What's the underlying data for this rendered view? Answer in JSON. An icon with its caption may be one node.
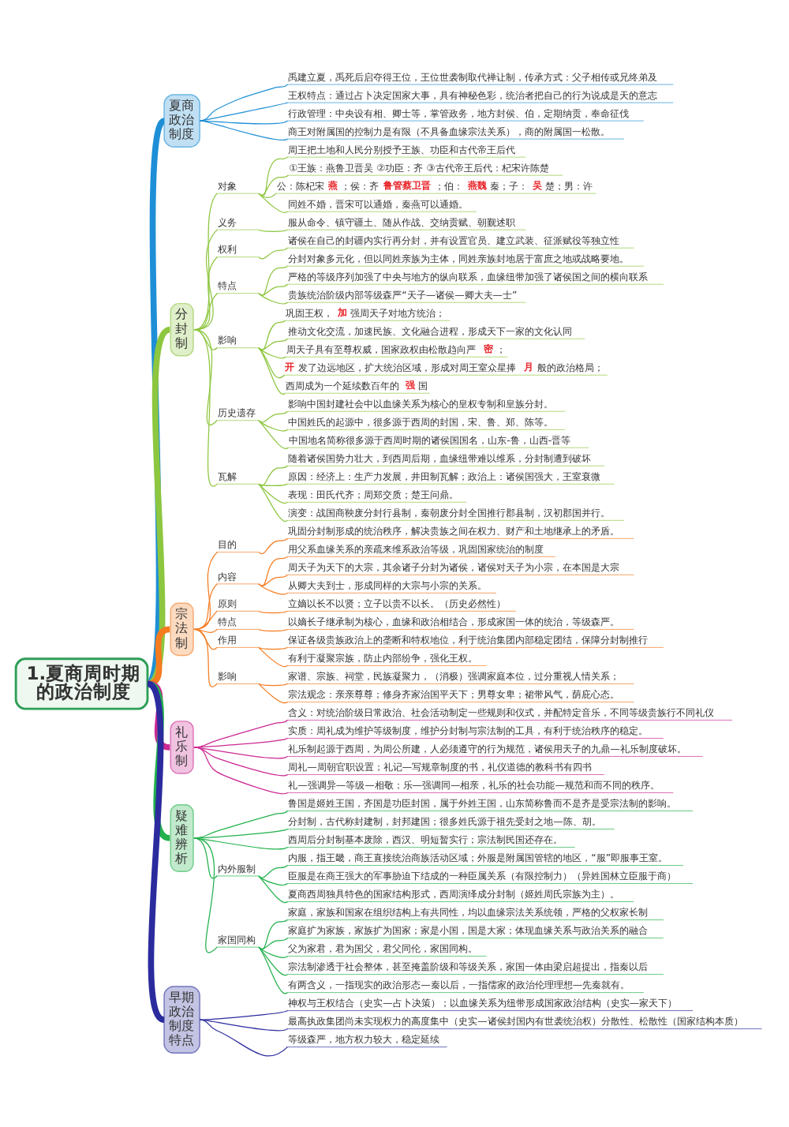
{
  "diagram": {
    "nodes": [
      {
        "text": [
          "1.夏商周时期的政治制度"
        ]
      },
      {
        "text": [
          "夏商政治制度"
        ]
      },
      {
        "text": [
          "禹建立夏，禹死后启夺得王位，王位世袭制取代禅让制，传承方式：父子相传或兄终弟及"
        ]
      },
      {
        "text": [
          "王权特点：通过占卜决定国家大事，具有神秘色彩，统治者把自己的行为说成是天的意志"
        ]
      },
      {
        "text": [
          "行政管理：中央设有相、卿士等，掌管政务，地方封侯、伯，定期纳贡，奉命征伐"
        ]
      },
      {
        "text": [
          "商王对附属国的控制力是有限（不具备血缘宗法关系），商的附属国一松散。"
        ]
      },
      {
        "text": [
          "分封制"
        ]
      },
      {
        "text": [
          "对象"
        ]
      },
      {
        "text": [
          "周王把土地和人民分别授予王族、功臣和古代帝王后代"
        ]
      },
      {
        "text": [
          "①王族：燕鲁卫晋吴 ②功臣：齐 ③古代帝王后代：杞宋许陈楚"
        ]
      },
      {
        "text": [
          "公：陈杞宋**燕**；侯：齐**鲁管蔡卫晋**；伯：**燕魏**秦；子：**吴**楚；男：许"
        ]
      },
      {
        "text": [
          "同姓不婚，晋宋可以通婚，秦燕可以通婚。"
        ]
      },
      {
        "text": [
          "义务"
        ]
      },
      {
        "text": [
          "服从命令、镇守疆土、随从作战、交纳贡赋、朝觐述职"
        ]
      },
      {
        "text": [
          "权利"
        ]
      },
      {
        "text": [
          "诸侯在自己的封疆内实行再分封，并有设置官员、建立武装、征派赋役等独立性"
        ]
      },
      {
        "text": [
          "特点"
        ]
      },
      {
        "text": [
          "分封对象多元化，但以同姓亲族为主体，同姓亲族封地居于富庶之地或战略要地。"
        ]
      },
      {
        "text": [
          "严格的等级序列加强了中央与地方的纵向联系，血缘纽带加强了诸侯国之间的横向联系"
        ]
      },
      {
        "text": [
          "贵族统治阶级内部等级森严“天子—诸侯—卿大夫—士”"
        ]
      },
      {
        "text": [
          "影响"
        ]
      },
      {
        "text": [
          "巩固王权，**加**强周天子对地方统治；"
        ]
      },
      {
        "text": [
          "推动文化交流，加速民族、文化融合进程，形成天下一家的文化认同"
        ]
      },
      {
        "text": [
          "周天子具有至尊权威，国家政权由松散趋向严**密**；"
        ]
      },
      {
        "text": [
          "**开**发了边远地区，扩大统治区域，形成对周王室众星捧**月**般的政治格局；"
        ]
      },
      {
        "text": [
          "西周成为一个延续数百年的**强**国"
        ]
      },
      {
        "text": [
          "历史遗存"
        ]
      },
      {
        "text": [
          "影响中国封建社会中以血缘关系为核心的皇权专制和皇族分封。"
        ]
      },
      {
        "text": [
          "中国姓氏的起源中，很多源于西周的封国，宋、鲁、郑、陈等。"
        ]
      },
      {
        "text": [
          "中国地名简称很多源于西周时期的诸侯国国名，山东-鲁，山西-晋等"
        ]
      },
      {
        "text": [
          "瓦解"
        ]
      },
      {
        "text": [
          "随着诸侯国势力壮大，到西周后期，血缘纽带难以维系，分封制遭到破坏"
        ]
      },
      {
        "text": [
          "原因：经济上：生产力发展，井田制瓦解；政治上：诸侯国强大，王室衰微"
        ]
      },
      {
        "text": [
          "表现：田氏代齐；周郑交质；楚王问鼎。"
        ]
      },
      {
        "text": [
          "演变：战国商鞅废分封行县制，秦朝废分封全国推行郡县制，汉初郡国并行。"
        ]
      },
      {
        "text": [
          "宗法制"
        ]
      },
      {
        "text": [
          "目的"
        ]
      },
      {
        "text": [
          "巩固分封制形成的统治秩序，解决贵族之间在权力、财产和土地继承上的矛盾。"
        ]
      },
      {
        "text": [
          "内容"
        ]
      },
      {
        "text": [
          "用父系血缘关系的亲疏来维系政治等级，巩固国家统治的制度"
        ]
      },
      {
        "text": [
          "周天子为天下的大宗，其余诸子分封为诸侯，诸侯对天子为小宗，在本国是大宗"
        ]
      },
      {
        "text": [
          "从卿大夫到士，形成同样的大宗与小宗的关系。"
        ]
      },
      {
        "text": [
          "原则"
        ]
      },
      {
        "text": [
          "立嫡以长不以贤；立子以贵不以长。（历史必然性）"
        ]
      },
      {
        "text": [
          "特点"
        ]
      },
      {
        "text": [
          "以嫡长子继承制为核心，血缘和政治相结合，形成家国一体的统治，等级森严。"
        ]
      },
      {
        "text": [
          "作用"
        ]
      },
      {
        "text": [
          "保证各级贵族政治上的垄断和特权地位，利于统治集团内部稳定团结，保障分封制推行"
        ]
      },
      {
        "text": [
          "有利于凝聚宗族，防止内部纷争，强化王权。"
        ]
      },
      {
        "text": [
          "影响"
        ]
      },
      {
        "text": [
          "家谱、宗族、祠堂，民族凝聚力，（消极）强调家庭本位，过分重视人情关系；"
        ]
      },
      {
        "text": [
          "宗法观念：亲亲尊尊；修身齐家治国平天下；男尊女卑；裙带风气，荫庇心态。"
        ]
      },
      {
        "text": [
          "礼乐制"
        ]
      },
      {
        "text": [
          "含义：对统治阶级日常政治、社会活动制定一些规则和仪式，并配特定音乐，不同等级贵族行不同礼仪"
        ]
      },
      {
        "text": [
          "实质：周礼成为维护等级制度，维护分封制与宗法制的工具，有利于统治秩序的稳定。"
        ]
      },
      {
        "text": [
          "礼乐制起源于西周，为周公所建，人必须遵守的行为规范，诸侯用天子的九鼎—礼乐制度破坏。"
        ]
      },
      {
        "text": [
          "周礼—周朝官职设置；礼记—写规章制度的书，礼仪道德的教科书有四书"
        ]
      },
      {
        "text": [
          "礼—强调异—等级—相敬；乐—强调同—相亲，礼乐的社会功能—规范和而不同的秩序。"
        ]
      },
      {
        "text": [
          "疑难辨析"
        ]
      },
      {
        "text": [
          "鲁国是姬姓王国，齐国是功臣封国，属于外姓王国，山东简称鲁而不是齐是受宗法制的影响。"
        ]
      },
      {
        "text": [
          "分封制，古代称封建制，封邦建国；很多姓氏源于祖先受封之地—陈、胡。"
        ]
      },
      {
        "text": [
          "西周后分封制基本废除，西汉、明短暂实行；宗法制民国还存在。"
        ]
      },
      {
        "text": [
          "内外服制"
        ]
      },
      {
        "text": [
          "内服，指王畿，商王直接统治商族活动区域；外服是附属国管辖的地区，“服”即服事王室。"
        ]
      },
      {
        "text": [
          "臣服是在商王强大的军事胁迫下结成的一种臣属关系（有限控制力）（异姓国林立臣服于商）"
        ]
      },
      {
        "text": [
          "夏商西周独具特色的国家结构形式，西周演绎成分封制（姬姓周氏宗族为主）。"
        ]
      },
      {
        "text": [
          "家国同构"
        ]
      },
      {
        "text": [
          "家庭，家族和国家在组织结构上有共同性，均以血缘宗法关系统领，严格的父权家长制"
        ]
      },
      {
        "text": [
          "家庭扩为家族，家族扩为国家；家是小国，国是大家；体现血缘关系与政治关系的融合"
        ]
      },
      {
        "text": [
          "父为家君，君为国父，君父同伦，家国同构。"
        ]
      },
      {
        "text": [
          "宗法制渗透于社会整体，甚至掩盖阶级和等级关系，家国一体由梁启超提出，指秦以后"
        ]
      },
      {
        "text": [
          "有两含义，一指现实的政治形态—秦以后，一指儒家的政治伦理理想—先秦就有。"
        ]
      },
      {
        "text": [
          "早期政治制度特点"
        ]
      },
      {
        "text": [
          "神权与王权结合（史实—占卜决策）；以血缘关系为纽带形成国家政治结构（史实—家天下）"
        ]
      },
      {
        "text": [
          "最高执政集团尚未实现权力的高度集中（史实—诸侯封国内有世袭统治权）分散性、松散性（国家结构本质）"
        ]
      },
      {
        "text": [
          "等级森严，地方权力较大，稳定延续"
        ]
      }
    ],
    "edges": [
      {
        "from": 0,
        "to": 1,
        "arrow": "none",
        "style": "thick",
        "color": "#1e8fd6"
      },
      {
        "from": 1,
        "to": 2,
        "arrow": "none",
        "color": "#1e8fd6"
      },
      {
        "from": 1,
        "to": 3,
        "arrow": "none",
        "color": "#1e8fd6"
      },
      {
        "from": 1,
        "to": 4,
        "arrow": "none",
        "color": "#1e8fd6"
      },
      {
        "from": 1,
        "to": 5,
        "arrow": "none",
        "color": "#1e8fd6"
      },
      {
        "from": 0,
        "to": 6,
        "arrow": "none",
        "style": "thick"
      },
      {
        "from": 6,
        "to": 7,
        "arrow": "none"
      },
      {
        "from": 7,
        "to": 8,
        "arrow": "none"
      },
      {
        "from": 7,
        "to": 9,
        "arrow": "none"
      },
      {
        "from": 7,
        "to": 10,
        "arrow": "none"
      },
      {
        "from": 7,
        "to": 11,
        "arrow": "none"
      },
      {
        "from": 6,
        "to": 12,
        "arrow": "none"
      },
      {
        "from": 12,
        "to": 13,
        "arrow": "none"
      },
      {
        "from": 6,
        "to": 14,
        "arrow": "none"
      },
      {
        "from": 14,
        "to": 15,
        "arrow": "none"
      },
      {
        "from": 6,
        "to": 16,
        "arrow": "none"
      },
      {
        "from": 16,
        "to": 17,
        "arrow": "none"
      },
      {
        "from": 16,
        "to": 18,
        "arrow": "none"
      },
      {
        "from": 16,
        "to": 19,
        "arrow": "none"
      },
      {
        "from": 6,
        "to": 20,
        "arrow": "none"
      },
      {
        "from": 20,
        "to": 21,
        "arrow": "none"
      },
      {
        "from": 20,
        "to": 22,
        "arrow": "none"
      },
      {
        "from": 20,
        "to": 23,
        "arrow": "none"
      },
      {
        "from": 20,
        "to": 24,
        "arrow": "none"
      },
      {
        "from": 20,
        "to": 25,
        "arrow": "none"
      },
      {
        "from": 6,
        "to": 26,
        "arrow": "none"
      },
      {
        "from": 26,
        "to": 27,
        "arrow": "none"
      },
      {
        "from": 26,
        "to": 28,
        "arrow": "none"
      },
      {
        "from": 26,
        "to": 29,
        "arrow": "none"
      },
      {
        "from": 6,
        "to": 30,
        "arrow": "none"
      },
      {
        "from": 30,
        "to": 31,
        "arrow": "none"
      },
      {
        "from": 30,
        "to": 32,
        "arrow": "none"
      },
      {
        "from": 30,
        "to": 33,
        "arrow": "none"
      },
      {
        "from": 30,
        "to": 34,
        "arrow": "none"
      },
      {
        "from": 0,
        "to": 35,
        "arrow": "none",
        "style": "thick",
        "color": "#f47b20"
      },
      {
        "from": 35,
        "to": 36,
        "arrow": "none",
        "color": "#f47b20"
      },
      {
        "from": 36,
        "to": 37,
        "arrow": "none",
        "color": "#f47b20"
      },
      {
        "from": 35,
        "to": 38,
        "arrow": "none",
        "color": "#f47b20"
      },
      {
        "from": 38,
        "to": 39,
        "arrow": "none",
        "color": "#f47b20"
      },
      {
        "from": 38,
        "to": 40,
        "arrow": "none",
        "color": "#f47b20"
      },
      {
        "from": 38,
        "to": 41,
        "arrow": "none",
        "color": "#f47b20"
      },
      {
        "from": 35,
        "to": 42,
        "arrow": "none",
        "color": "#f47b20"
      },
      {
        "from": 42,
        "to": 43,
        "arrow": "none",
        "color": "#f47b20"
      },
      {
        "from": 35,
        "to": 44,
        "arrow": "none",
        "color": "#f47b20"
      },
      {
        "from": 44,
        "to": 45,
        "arrow": "none",
        "color": "#f47b20"
      },
      {
        "from": 35,
        "to": 46,
        "arrow": "none",
        "color": "#f47b20"
      },
      {
        "from": 46,
        "to": 47,
        "arrow": "none",
        "color": "#f47b20"
      },
      {
        "from": 46,
        "to": 48,
        "arrow": "none",
        "color": "#f47b20"
      },
      {
        "from": 35,
        "to": 49,
        "arrow": "none",
        "color": "#f47b20"
      },
      {
        "from": 49,
        "to": 50,
        "arrow": "none",
        "color": "#f47b20"
      },
      {
        "from": 49,
        "to": 51,
        "arrow": "none",
        "color": "#f47b20"
      },
      {
        "from": 0,
        "to": 52,
        "arrow": "none",
        "style": "thick",
        "color": "#cc2a94"
      },
      {
        "from": 52,
        "to": 53,
        "arrow": "none",
        "color": "#cc2a94"
      },
      {
        "from": 52,
        "to": 54,
        "arrow": "none",
        "color": "#cc2a94"
      },
      {
        "from": 52,
        "to": 55,
        "arrow": "none",
        "color": "#cc2a94"
      },
      {
        "from": 52,
        "to": 56,
        "arrow": "none",
        "color": "#cc2a94"
      },
      {
        "from": 52,
        "to": 57,
        "arrow": "none",
        "color": "#cc2a94"
      },
      {
        "from": 0,
        "to": 58,
        "arrow": "none",
        "style": "thick",
        "color": "#22b14c"
      },
      {
        "from": 58,
        "to": 59,
        "arrow": "none",
        "color": "#22b14c"
      },
      {
        "from": 58,
        "to": 60,
        "arrow": "none",
        "color": "#22b14c"
      },
      {
        "from": 58,
        "to": 61,
        "arrow": "none",
        "color": "#22b14c"
      },
      {
        "from": 58,
        "to": 62,
        "arrow": "none",
        "color": "#22b14c"
      },
      {
        "from": 62,
        "to": 63,
        "arrow": "none",
        "color": "#22b14c"
      },
      {
        "from": 62,
        "to": 64,
        "arrow": "none",
        "color": "#22b14c"
      },
      {
        "from": 62,
        "to": 65,
        "arrow": "none",
        "color": "#22b14c"
      },
      {
        "from": 58,
        "to": 66,
        "arrow": "none",
        "color": "#22b14c"
      },
      {
        "from": 66,
        "to": 67,
        "arrow": "none",
        "color": "#22b14c"
      },
      {
        "from": 66,
        "to": 68,
        "arrow": "none",
        "color": "#22b14c"
      },
      {
        "from": 66,
        "to": 69,
        "arrow": "none",
        "color": "#22b14c"
      },
      {
        "from": 66,
        "to": 70,
        "arrow": "none",
        "color": "#22b14c"
      },
      {
        "from": 66,
        "to": 71,
        "arrow": "none",
        "color": "#22b14c"
      },
      {
        "from": 0,
        "to": 72,
        "arrow": "none",
        "style": "thick",
        "color": "#2b2b9e"
      },
      {
        "from": 72,
        "to": 73,
        "arrow": "none",
        "color": "#2b2b9e"
      },
      {
        "from": 72,
        "to": 74,
        "arrow": "none",
        "color": "#2b2b9e"
      },
      {
        "from": 72,
        "to": 75,
        "arrow": "none",
        "color": "#2b2b9e"
      }
    ]
  }
}
